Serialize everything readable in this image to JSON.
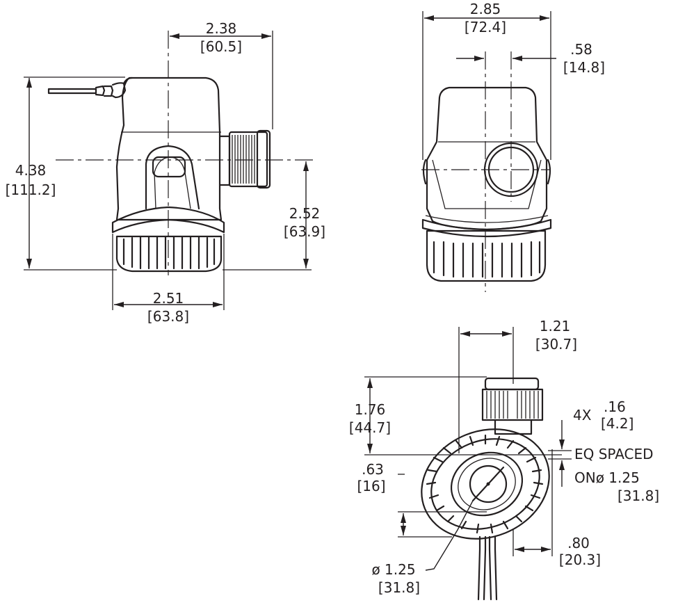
{
  "labels": {
    "front_top_in": "2.38",
    "front_top_mm": "[60.5]",
    "height_in": "4.38",
    "height_mm": "[111.2]",
    "outlet_height_in": "2.52",
    "outlet_height_mm": "[63.9]",
    "base_width_in": "2.51",
    "base_width_mm": "[63.8]",
    "side_width_in": "2.85",
    "side_width_mm": "[72.4]",
    "outlet_offset_in": ".58",
    "outlet_offset_mm": "[14.8]",
    "bottom_width_in": "1.21",
    "bottom_width_mm": "[30.7]",
    "bottom_depth_in": "1.76",
    "bottom_depth_mm": "[44.7]",
    "holes_line1_prefix": "4X",
    "holes_in": ".16",
    "holes_mm": "[4.2]",
    "holes_line2": "EQ SPACED",
    "holes_line3": "ONø 1.25",
    "holes_line4": "[31.8]",
    "offset_in": ".63",
    "offset_mm": "[16]",
    "side_offset_in": ".80",
    "side_offset_mm": "[20.3]",
    "dia_in": "ø 1.25",
    "dia_mm": "[31.8]"
  }
}
